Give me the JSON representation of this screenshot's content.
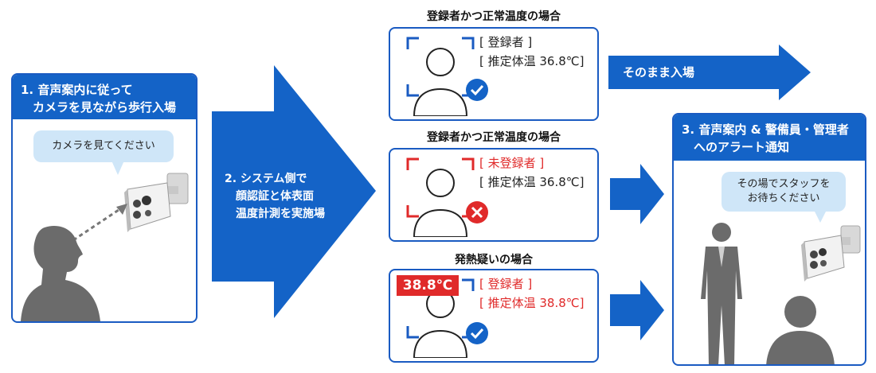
{
  "step1": {
    "title": "1. 音声案内に従って\n　カメラを見ながら歩行入場",
    "bubble": "カメラを見てください"
  },
  "step2": {
    "text": "2. システム側で\n　顔認証と体表面\n　温度計測を実施場"
  },
  "cases": [
    {
      "title": "登録者かつ正常温度の場合",
      "line1": "[ 登録者 ]",
      "line2": "[ 推定体温 36.8℃]",
      "status": "check",
      "line1_color": "#222222",
      "line2_color": "#222222",
      "frame_color": "#1a5bc2"
    },
    {
      "title": "登録者かつ正常温度の場合",
      "line1": "[ 未登録者 ]",
      "line2": "[ 推定体温 36.8℃]",
      "status": "cross",
      "line1_color": "#e02a2a",
      "line2_color": "#222222",
      "frame_color": "#e02a2a"
    },
    {
      "title": "発熱疑いの場合",
      "badge": "38.8℃",
      "line1": "[ 登録者 ]",
      "line2": "[ 推定体温 38.8℃]",
      "status": "check",
      "line1_color": "#e02a2a",
      "line2_color": "#e02a2a",
      "frame_color": "#1a5bc2"
    }
  ],
  "result_arrow": {
    "text": "そのまま入場"
  },
  "step3": {
    "title": "3. 音声案内 & 警備員・管理者\n　へのアラート通知",
    "bubble": "その場でスタッフを\nお待ちください"
  },
  "colors": {
    "primary": "#1463c7",
    "bubble": "#cfe6f8",
    "alert": "#e02a2a",
    "person": "#6b6b6b"
  }
}
